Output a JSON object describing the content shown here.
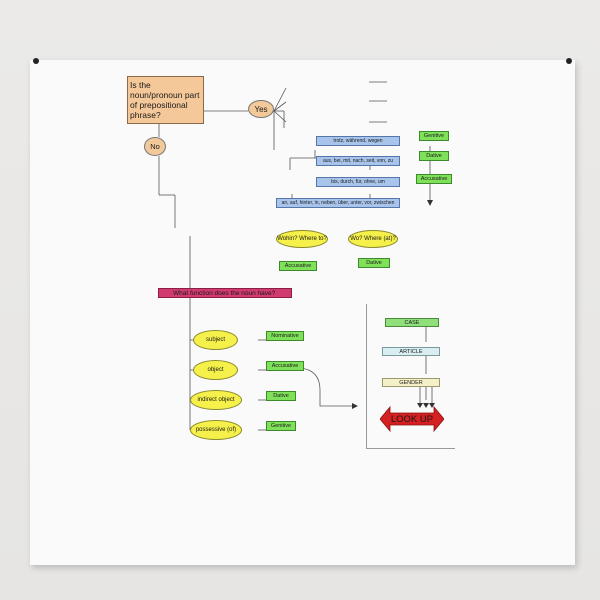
{
  "question": "Is the noun/pronoun part of prepositional phrase?",
  "yes_label": "Yes",
  "no_label": "No",
  "prep_groups": [
    {
      "prepositions": "trotz, während, wegen",
      "case": "Genitive"
    },
    {
      "prepositions": "aus, bei, mit, nach, seit, von, zu",
      "case": "Dative"
    },
    {
      "prepositions": "bis, durch, für, ohne, um",
      "case": "Accusative"
    }
  ],
  "two_way": {
    "prepositions": "an, auf, hinter, in, neben, über, unter, vor, zwischen",
    "left_question": "Wohin? Where to?",
    "left_case": "Accusative",
    "right_question": "Wo? Where (at)?",
    "right_case": "Dative"
  },
  "function_question": "What function does the noun have?",
  "functions": [
    {
      "role": "subject",
      "case": "Nominative"
    },
    {
      "role": "object",
      "case": "Accusative"
    },
    {
      "role": "indirect object",
      "case": "Dative"
    },
    {
      "role": "possessive (of)",
      "case": "Genitive"
    }
  ],
  "lookup": {
    "case": "CASE",
    "article": "ARTICLE",
    "gender": "GENDER",
    "look_up": "LOOK UP"
  },
  "colors": {
    "question_fill": "#f5c89a",
    "preposition_fill": "#a8c4ea",
    "case_fill": "#7fe05a",
    "oval_fill": "#f5f04a",
    "function_bar": "#d03a6e",
    "look_up_arrow": "#d42020"
  }
}
